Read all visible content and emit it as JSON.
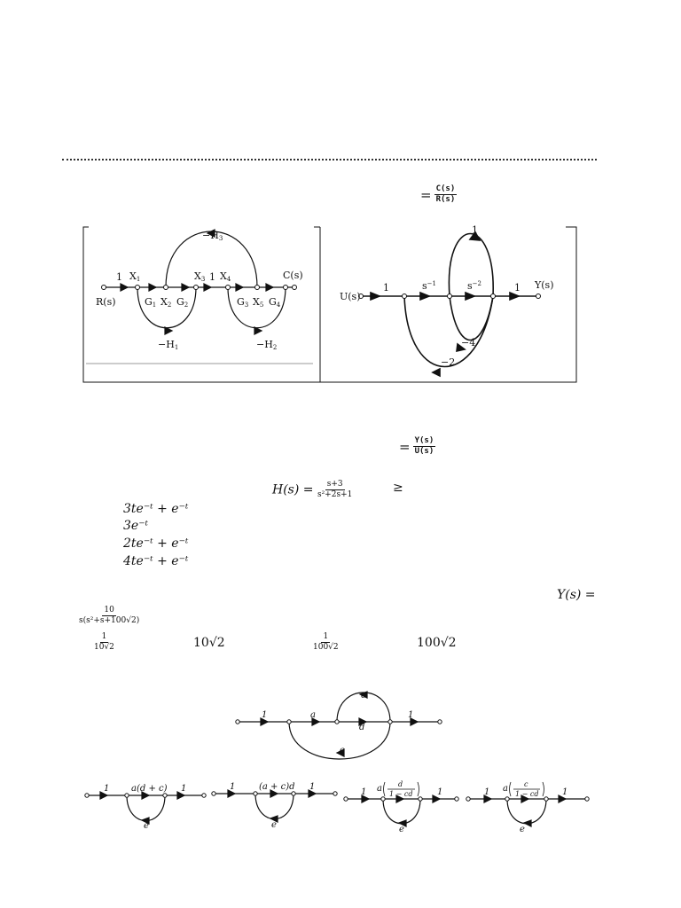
{
  "q1": {
    "ratio_num": "C(s)",
    "ratio_den": "R(s)",
    "left_graph": {
      "R": "R(s)",
      "C": "C(s)",
      "X1": "X",
      "X1s": "1",
      "X2": "X",
      "X2s": "2",
      "X3": "X",
      "X3s": "3",
      "X4": "X",
      "X4s": "4",
      "X5": "X",
      "X5s": "5",
      "one_a": "1",
      "one_b": "1",
      "G1": "G",
      "G1s": "1",
      "G2": "G",
      "G2s": "2",
      "G3": "G",
      "G3s": "3",
      "G4": "G",
      "G4s": "4",
      "H1": "−H",
      "H1s": "1",
      "H2": "−H",
      "H2s": "2",
      "H3": "−H",
      "H3s": "3"
    },
    "right_graph": {
      "U": "U(s)",
      "Y": "Y(s)",
      "g_in": "1",
      "g_s1": "s",
      "g_s1_exp": "−1",
      "g_s2": "s",
      "g_s2_exp": "−2",
      "g_out": "1",
      "top_loop": "1",
      "minus4": "−4",
      "minus2": "−2"
    }
  },
  "q2": {
    "ratio_num": "Y(s)",
    "ratio_den": "U(s)"
  },
  "q3": {
    "lhs": "H(s) =",
    "num": "s+3",
    "den": "s²+2s+1",
    "geq": "≥",
    "options": [
      "3te⁻ᵗ + e⁻ᵗ",
      "3e⁻ᵗ",
      "2te⁻ᵗ + e⁻ᵗ",
      "4te⁻ᵗ + e⁻ᵗ"
    ]
  },
  "q4": {
    "lhs": "Y(s) =",
    "num": "10",
    "den": "s(s²+s+100√2)",
    "opt_a_num": "1",
    "opt_a_den": "10√2",
    "opt_b": "10√2",
    "opt_c_num": "1",
    "opt_c_den": "100√2",
    "opt_d": "100√2"
  },
  "q5": {
    "main": {
      "one_in": "1",
      "a": "a",
      "c": "c",
      "d": "d",
      "one_out": "1",
      "e": "e"
    },
    "opt1": {
      "one_in": "1",
      "gain": "a(d + c)",
      "one_out": "1",
      "e": "e"
    },
    "opt2": {
      "one_in": "1",
      "gain": "(a + c)d",
      "one_out": "1",
      "e": "e"
    },
    "opt3": {
      "one_in": "1",
      "gain_a": "a",
      "gain_num": "d",
      "gain_den": "1 − cd",
      "one_out": "1",
      "e": "e"
    },
    "opt4": {
      "one_in": "1",
      "gain_a": "a",
      "gain_num": "c",
      "gain_den": "1 − cd",
      "one_out": "1",
      "e": "e"
    }
  }
}
